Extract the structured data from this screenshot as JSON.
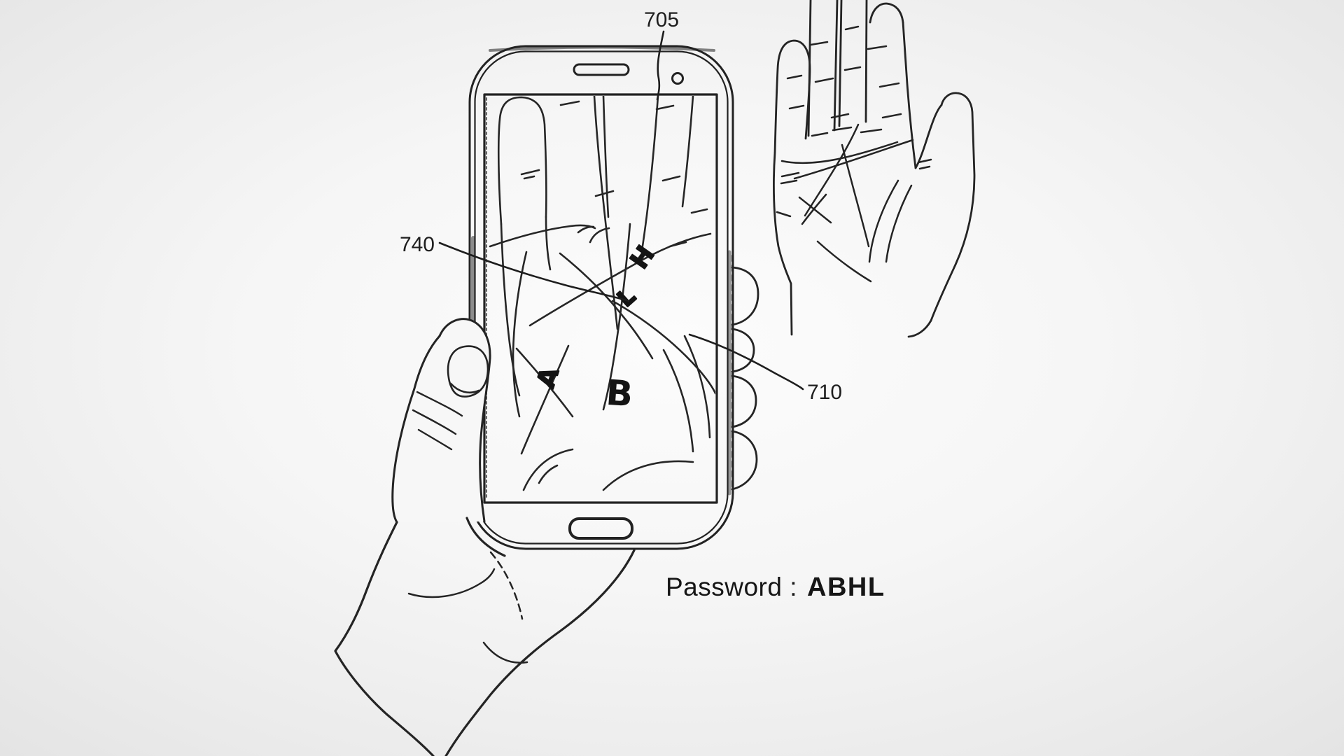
{
  "reference_labels": {
    "r705": "705",
    "r740": "740",
    "r710": "710"
  },
  "screen_overlay_letters": {
    "h": "H",
    "l": "L",
    "a": "A",
    "b": "B"
  },
  "caption": {
    "password_label": "Password :",
    "password_value": "ABHL"
  },
  "colors": {
    "ink": "#1e1e1e",
    "background_center": "#fbfbfb",
    "background_edge": "#e2e2e2"
  }
}
